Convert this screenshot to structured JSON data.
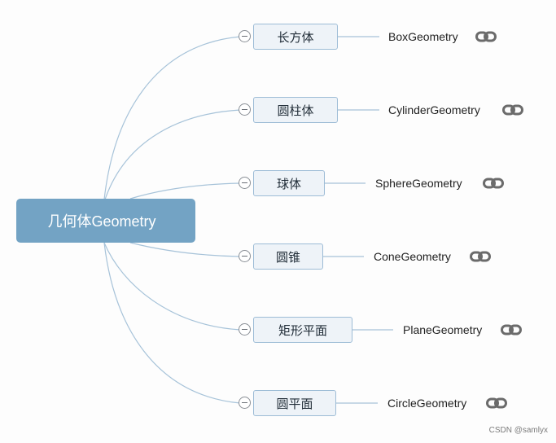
{
  "root": {
    "label": "几何体Geometry"
  },
  "branches": [
    {
      "label": "长方体",
      "leaf": "BoxGeometry"
    },
    {
      "label": "圆柱体",
      "leaf": "CylinderGeometry"
    },
    {
      "label": "球体",
      "leaf": "SphereGeometry"
    },
    {
      "label": "圆锥",
      "leaf": "ConeGeometry"
    },
    {
      "label": "矩形平面",
      "leaf": "PlaneGeometry"
    },
    {
      "label": "圆平面",
      "leaf": "CircleGeometry"
    }
  ],
  "icons": {
    "collapse": "minus-circle-icon",
    "link": "chain-link-icon"
  },
  "colors": {
    "root_bg": "#73a3c4",
    "node_bg": "#eef3f8",
    "connector": "#a7c3d9"
  },
  "footer": {
    "watermark": "CSDN @samlyx"
  }
}
